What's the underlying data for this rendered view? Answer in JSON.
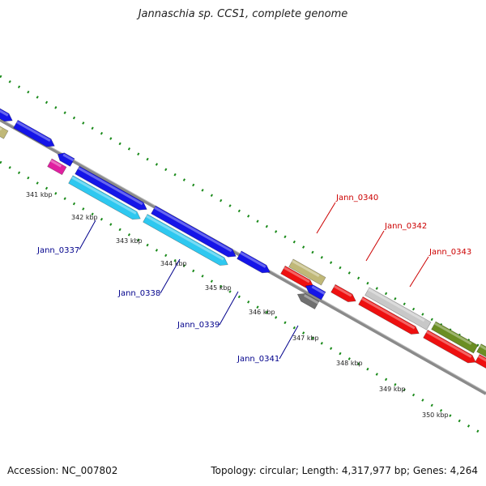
{
  "title": "Jannaschia sp. CCS1, complete genome",
  "footer": {
    "accession": "Accession: NC_007802",
    "summary": "Topology: circular; Length: 4,317,977 bp; Genes: 4,264"
  },
  "ticks": [
    "341 kbp",
    "342 kbp",
    "343 kbp",
    "344 kbp",
    "345 kbp",
    "346 kbp",
    "347 kbp",
    "348 kbp",
    "349 kbp",
    "350 kbp"
  ],
  "gene_labels_reverse": [
    "Jann_0337",
    "Jann_0338",
    "Jann_0339",
    "Jann_0341"
  ],
  "gene_labels_forward": [
    "Jann_0340",
    "Jann_0342",
    "Jann_0343"
  ],
  "colors": {
    "blue": "#1515e8",
    "cyan": "#2ec8f0",
    "red": "#ee1010",
    "khaki": "#c0b878",
    "magenta": "#e020a0",
    "gray": "#707070",
    "lightgray": "#c8c8c8",
    "olive": "#6b8e23",
    "backbone": "#8a8a8a",
    "dots": "#1a8a1a",
    "label_reverse": "#00008b",
    "label_forward": "#cc0000"
  }
}
